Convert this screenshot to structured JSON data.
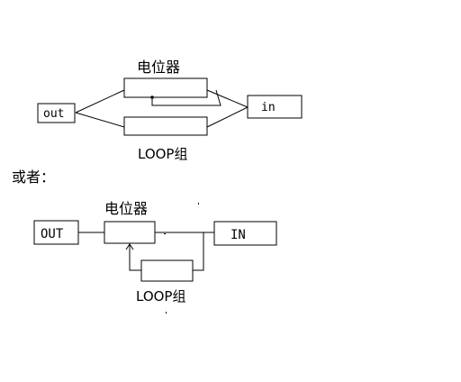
{
  "diagram1": {
    "pot_label": "电位器",
    "out_label": "out",
    "in_label": "in",
    "loop_label": "LOOP组"
  },
  "separator_text": "或者：",
  "diagram2": {
    "pot_label": "电位器",
    "out_label": "OUT",
    "in_label": "IN",
    "loop_label": "LOOP组"
  }
}
